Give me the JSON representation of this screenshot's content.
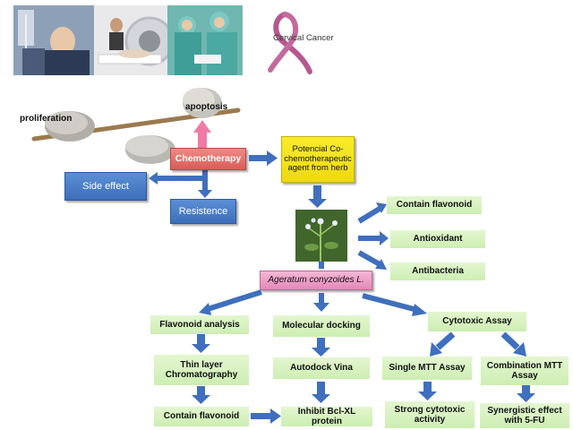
{
  "header": {
    "ribbon_caption": "Cervical Cancer"
  },
  "balance": {
    "left_label": "proliferation",
    "right_label": "apoptosis"
  },
  "nodes": {
    "chemotherapy": "Chemotherapy",
    "side_effect": "Side effect",
    "resistence": "Resistence",
    "potential_agent": "Potencial Co-chemotherapeutic agent from herb",
    "contain_flavonoid_top": "Contain flavonoid",
    "antioxidant": "Antioxidant",
    "antibacteria": "Antibacteria",
    "ageratum": "Ageratum conyzoides L.",
    "flavonoid_analysis": "Flavonoid analysis",
    "molecular_docking": "Molecular docking",
    "cytotoxic_assay": "Cytotoxic Assay",
    "thin_layer": "Thin layer Chromatography",
    "autodock_vina": "Autodock Vina",
    "single_mtt": "Single MTT Assay",
    "combination_mtt": "Combination MTT Assay",
    "contain_flavonoid_bottom": "Contain flavonoid",
    "inhibit_bcl": "Inhibit Bcl-XL protein",
    "strong_cytotoxic": "Strong cytotoxic activity",
    "synergistic": "Synergistic effect with 5-FU"
  },
  "colors": {
    "arrow_blue": "#3f6fbd",
    "arrow_pink": "#f07aa6",
    "ribbon": "#b6588f",
    "green_box": "#d6f2bf"
  }
}
